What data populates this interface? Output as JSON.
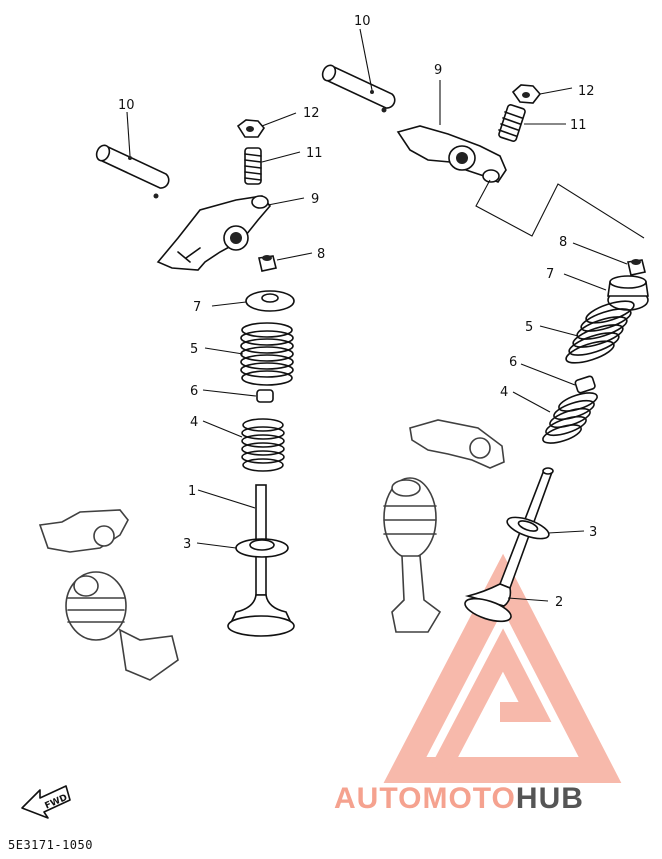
{
  "diagram": {
    "callouts": [
      "1",
      "2",
      "3",
      "4",
      "5",
      "6",
      "7",
      "8",
      "9",
      "10",
      "11",
      "12"
    ],
    "fwd_label": "FWD",
    "drawing_code": "5E3171-1050"
  },
  "watermark": {
    "part1": "AUTO",
    "part2": "MOTO",
    "part3": "HUB",
    "color_light": "#f5a28f",
    "color_dark": "#555555"
  }
}
